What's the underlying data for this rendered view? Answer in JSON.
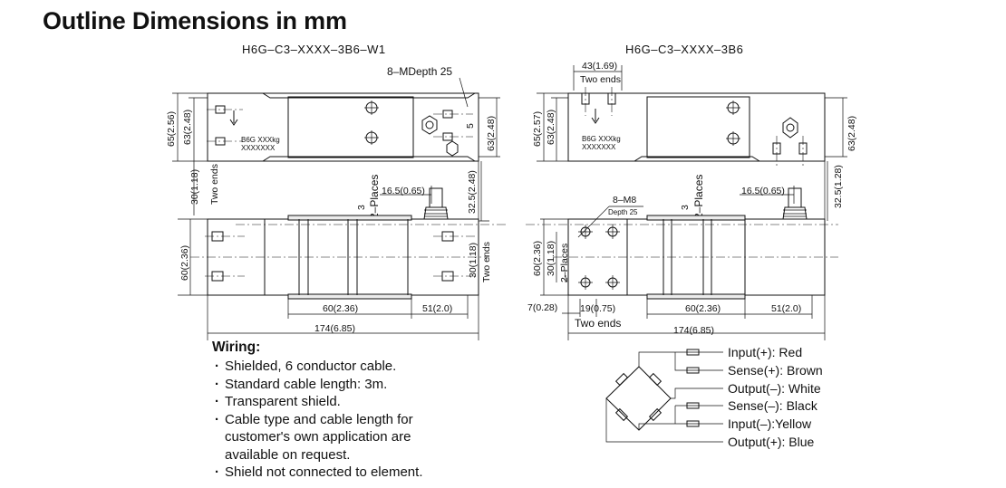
{
  "page": {
    "title": "Outline Dimensions in mm"
  },
  "left_view": {
    "model": "H6G–C3–XXXX–3B6–W1",
    "hole_spec": "8–MDepth 25",
    "label_line1": "B6G  XXXkg",
    "label_line2": "XXXXXXX",
    "dim_65": "65(2.56)",
    "dim_63": "63(2.48)",
    "dim_30_top": "30(1.18)",
    "two_ends_left": "Two ends",
    "dim_60": "60(2.36)",
    "dim_3": "3",
    "two_places": "2–Places",
    "dim_16_5": "16.5(0.65)",
    "dim_32_5": "32.5(2.48)",
    "dim_63_right": "63(2.48)",
    "dim_5": "5",
    "dim_30_right": "30(1.18)",
    "two_ends_right": "Two ends",
    "dim_60_bottom": "60(2.36)",
    "dim_51": "51(2.0)",
    "dim_174": "174(6.85)"
  },
  "right_view": {
    "model": "H6G–C3–XXXX–3B6",
    "dim_43": "43(1.69)",
    "two_ends_top": "Two ends",
    "label_line1": "B6G  XXXkg",
    "label_line2": "XXXXXXX",
    "dim_65": "65(2.57)",
    "dim_63": "63(2.48)",
    "dim_63_right": "63(2.48)",
    "hole_spec_1": "8–M8",
    "hole_spec_2": "Depth 25",
    "dim_3": "3",
    "two_places": "2–Places",
    "dim_16_5": "16.5(0.65)",
    "dim_32_5": "32.5(1.28)",
    "dim_60": "60(2.36)",
    "dim_30": "30(1.18)",
    "two_places_small": "2–Places",
    "dim_7": "7(0.28)",
    "dim_19": "19(0.75)",
    "two_ends_bottom": "Two ends",
    "dim_60_bottom": "60(2.36)",
    "dim_51": "51(2.0)",
    "dim_174": "174(6.85)"
  },
  "wiring": {
    "title": "Wiring:",
    "items": [
      "Shielded, 6 conductor cable.",
      "Standard cable  length: 3m.",
      "Transparent shield.",
      "Cable type and cable length for",
      "Shield not connected to element."
    ],
    "item_continuation": [
      "customer's own application are",
      "available on request."
    ]
  },
  "wire_colors": [
    "Input(+): Red",
    "Sense(+): Brown",
    "Output(–): White",
    "Sense(–): Black",
    "Input(–):Yellow",
    "Output(+): Blue"
  ]
}
